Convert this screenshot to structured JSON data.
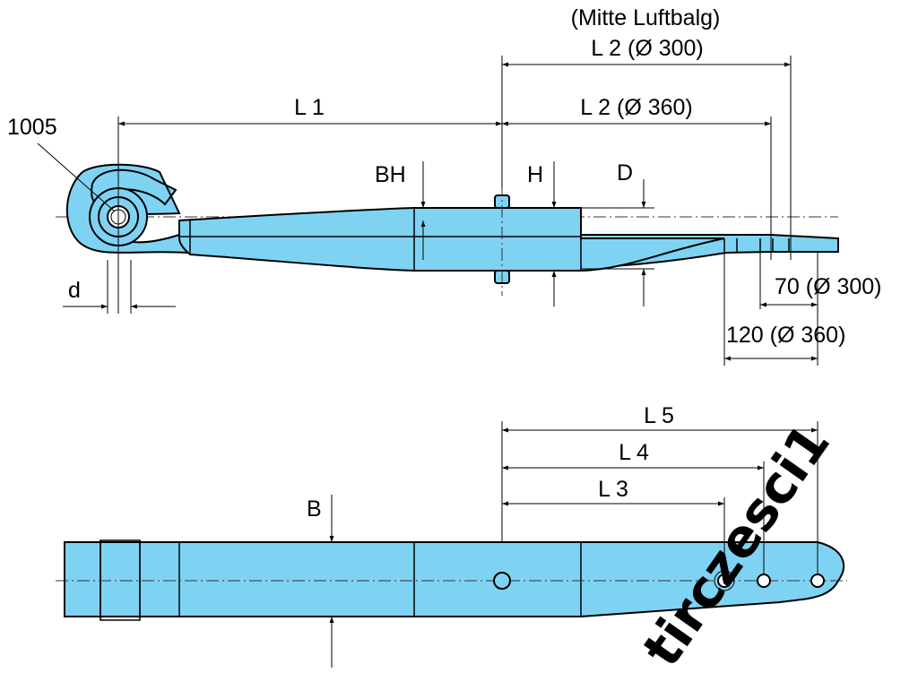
{
  "labels": {
    "mitte": "(Mitte Luftbalg)",
    "l2_300": "L 2 (Ø 300)",
    "l1": "L 1",
    "l2_360": "L 2 (Ø 360)",
    "part_no": "1005",
    "bh": "BH",
    "h": "H",
    "d_upper": "D",
    "d_lower": "d",
    "dim_70": "70 (Ø 300)",
    "dim_120": "120 (Ø 360)",
    "l5": "L 5",
    "l4": "L 4",
    "l3": "L 3",
    "b": "B"
  },
  "watermark": "tirczesci1",
  "colors": {
    "part_fill": "#7fd3f2",
    "outline": "#000000",
    "background": "#ffffff"
  }
}
